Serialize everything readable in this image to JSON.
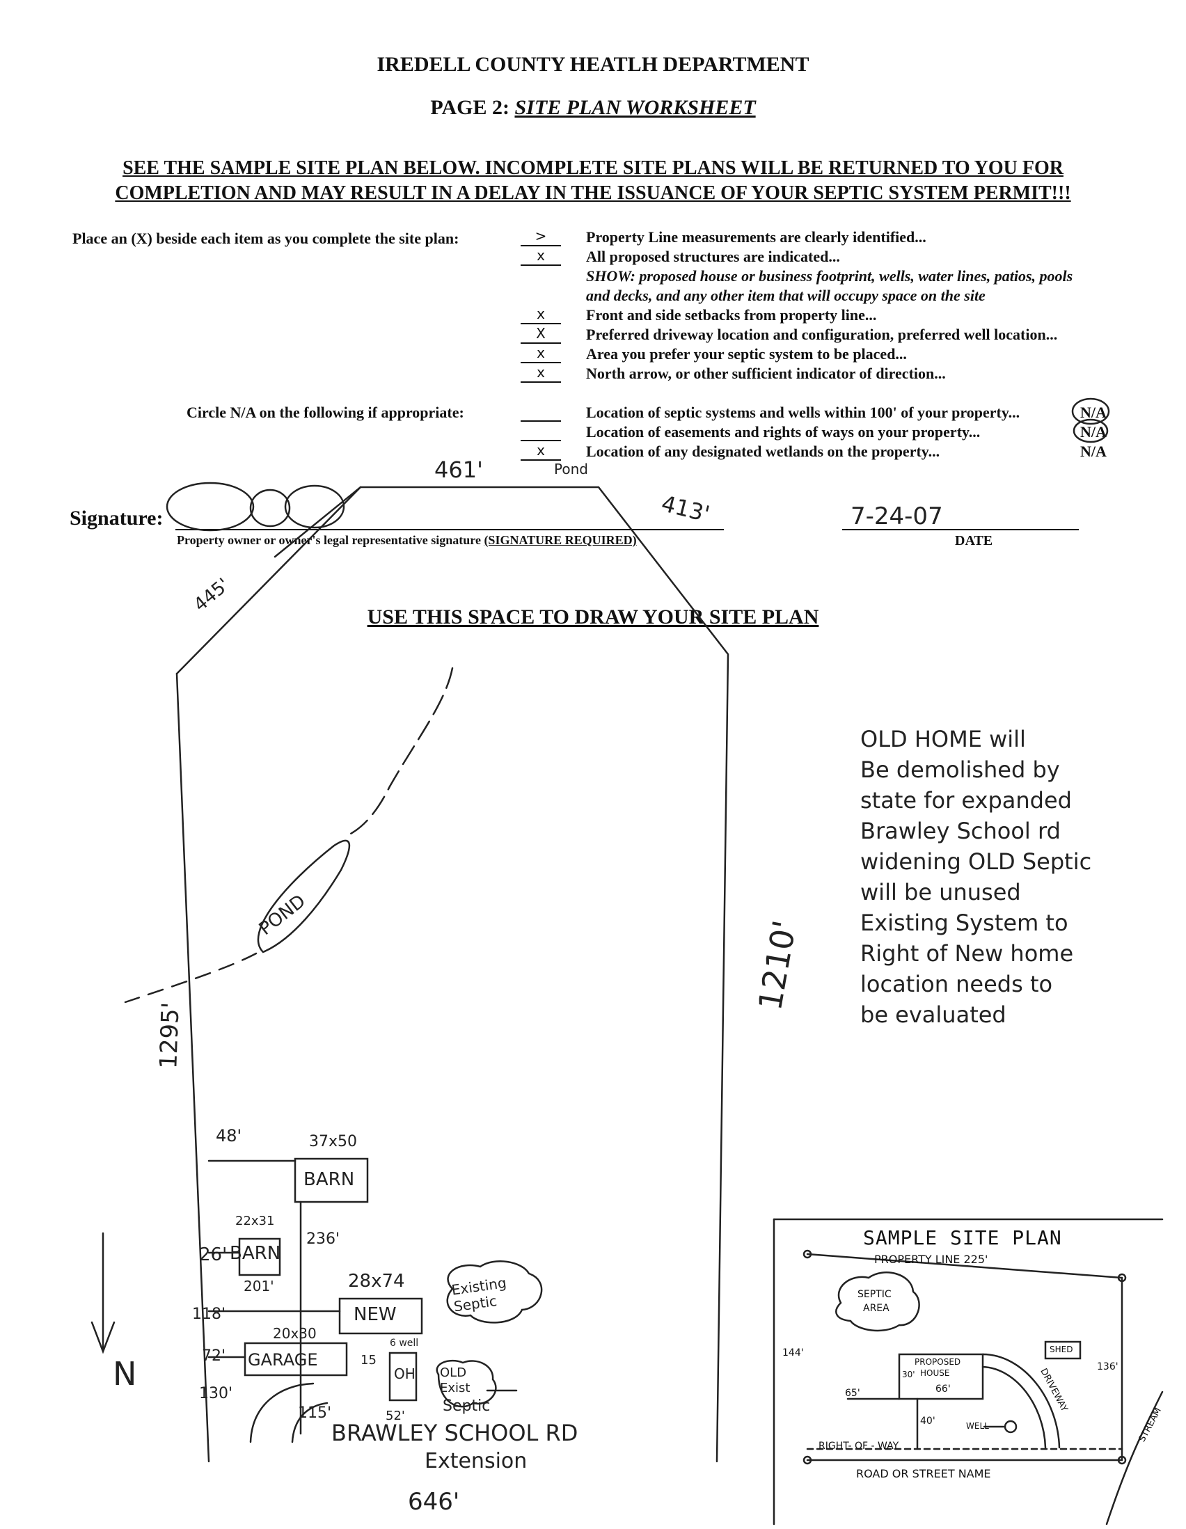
{
  "header": {
    "title": "IREDELL COUNTY HEATLH DEPARTMENT",
    "page_prefix": "PAGE 2:",
    "page_title": "SITE PLAN WORKSHEET"
  },
  "warning": {
    "line1": "SEE THE SAMPLE SITE PLAN BELOW.  INCOMPLETE SITE PLANS WILL BE RETURNED TO YOU FOR",
    "line2": "COMPLETION AND MAY RESULT IN A DELAY IN THE ISSUANCE OF YOUR SEPTIC SYSTEM PERMIT!!!"
  },
  "checklist": {
    "instruction": "Place an (X) beside each item as you complete the site plan:",
    "items": [
      {
        "mark": ">",
        "text": "Property Line measurements are clearly identified..."
      },
      {
        "mark": "x",
        "text": "All proposed structures are indicated..."
      },
      {
        "mark": "",
        "text": "SHOW: proposed house or business footprint, wells, water lines, patios, pools"
      },
      {
        "mark": "",
        "text": "and decks, and any other item that will occupy space on the site"
      },
      {
        "mark": "x",
        "text": "Front and side setbacks from property line..."
      },
      {
        "mark": "X",
        "text": "Preferred driveway location and configuration, preferred well location..."
      },
      {
        "mark": "x",
        "text": "Area you prefer your septic system to be placed..."
      },
      {
        "mark": "x",
        "text": "North arrow, or other sufficient indicator of direction..."
      }
    ]
  },
  "na_section": {
    "instruction": "Circle N/A on the following if appropriate:",
    "items": [
      {
        "mark": "",
        "text": "Location of septic systems and wells within 100' of your property...",
        "na": "N/A"
      },
      {
        "mark": "",
        "text": "Location of easements and rights of ways on your property...",
        "na": "N/A"
      },
      {
        "mark": "x",
        "text": "Location of any designated wetlands on the property...",
        "na": "N/A"
      }
    ]
  },
  "signature": {
    "label": "Signature:",
    "caption": "Property owner or owner's legal representative signature",
    "required": "(SIGNATURE REQUIRED)",
    "date_value": "7-24-07",
    "date_label": "DATE"
  },
  "draw_heading": "USE THIS SPACE TO DRAW YOUR SITE PLAN",
  "handwritten": {
    "dim_top": "461'",
    "pond_top": "Pond",
    "dim_topright": "413'",
    "dim_topleft": "445'",
    "dim_left": "1295'",
    "dim_right": "1210'",
    "dim_bottom": "646'",
    "pond": "POND",
    "note_lines": [
      "OLD HOME will",
      "Be demolished by",
      "state for expanded",
      "Brawley School rd",
      "widening  OLD Septic",
      "will be unused",
      "Existing System to",
      "Right of New home",
      "location needs to",
      "be evaluated"
    ],
    "d48": "48'",
    "barn1_size": "37x50",
    "barn1": "BARN",
    "barn2_size": "22x31",
    "barn2": "BARN",
    "d26": "26'",
    "d236": "236'",
    "d201": "201'",
    "d118": "118'",
    "new_size": "28x74",
    "new": "NEW",
    "existing_septic": "Existing Septic",
    "garage_size": "20x30",
    "garage": "GARAGE",
    "d72": "72'",
    "d130": "130'",
    "well": "6 well",
    "d15": "15",
    "oh": "OH",
    "old_exist": "OLD Exist",
    "septic": "Septic",
    "d115": "115'",
    "d52": "52'",
    "road": "BRAWLEY SCHOOL RD",
    "extension": "Extension",
    "north": "N"
  },
  "sample": {
    "title": "SAMPLE SITE PLAN",
    "property_line": "PROPERTY LINE 225'",
    "septic_area_1": "SEPTIC",
    "septic_area_2": "AREA",
    "shed": "SHED",
    "proposed_1": "PROPOSED",
    "proposed_2": "HOUSE",
    "house_width": "66'",
    "house_depth": "30'",
    "left_dim": "144'",
    "right_dim": "136'",
    "setback_side": "65'",
    "setback_front": "40'",
    "driveway": "DRIVEWAY",
    "well": "WELL",
    "right_of_way": "RIGHT-  OF - WAY",
    "road": "ROAD  OR  STREET  NAME",
    "stream": "STREAM"
  }
}
